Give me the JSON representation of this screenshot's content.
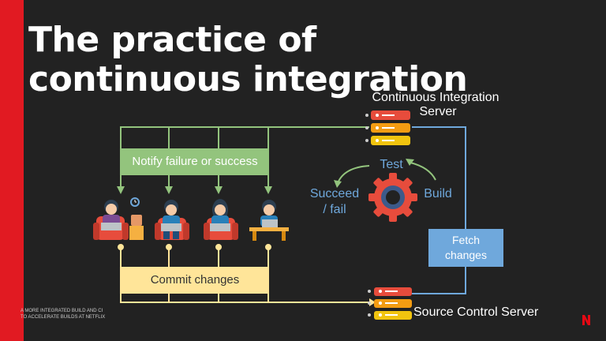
{
  "title": "The practice of continuous integration",
  "ci_server": {
    "line1": "Continuous Integration",
    "line2": "Server"
  },
  "source_server": {
    "label": "Source Control Server"
  },
  "notify_label": "Notify failure or success",
  "commit_label": "Commit changes",
  "fetch": {
    "line1": "Fetch",
    "line2": "changes"
  },
  "cycle": {
    "test": "Test",
    "succeed_line1": "Succeed",
    "succeed_line2": "/ fail",
    "build": "Build"
  },
  "footer": {
    "line1": "A more integrated build and CI",
    "line2": "to accelerate builds at Netflix"
  },
  "colors": {
    "green": "#93c47d",
    "yellow": "#ffe599",
    "blue": "#6fa8dc",
    "red": "#e11a22",
    "background": "#222222"
  }
}
